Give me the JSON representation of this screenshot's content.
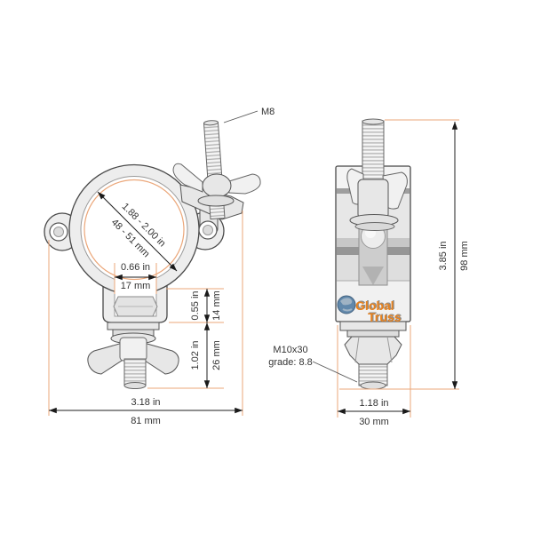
{
  "labels": {
    "m8": "M8",
    "m10_line1": "M10x30",
    "m10_line2": "grade: 8.8"
  },
  "front_view": {
    "bore_in": "1.88 - 2.00 in",
    "bore_mm": "48 - 51 mm",
    "slot_in": "0.66 in",
    "slot_mm": "17 mm",
    "depth_in": "0.55 in",
    "depth_mm": "14 mm",
    "stud_in": "1.02 in",
    "stud_mm": "26 mm",
    "width_in": "3.18 in",
    "width_mm": "81 mm"
  },
  "side_view": {
    "height_in": "3.85 in",
    "height_mm": "98 mm",
    "width_in": "1.18 in",
    "width_mm": "30 mm"
  },
  "logo": {
    "line1": "Global",
    "line2": "Truss"
  },
  "colors": {
    "extension_line": "#eba77a",
    "dimension_text": "#333333",
    "logo_orange": "#e8821e",
    "globe_blue": "#6188ab",
    "metal_fill": "#ededed",
    "metal_stroke": "#4a4a4a"
  }
}
